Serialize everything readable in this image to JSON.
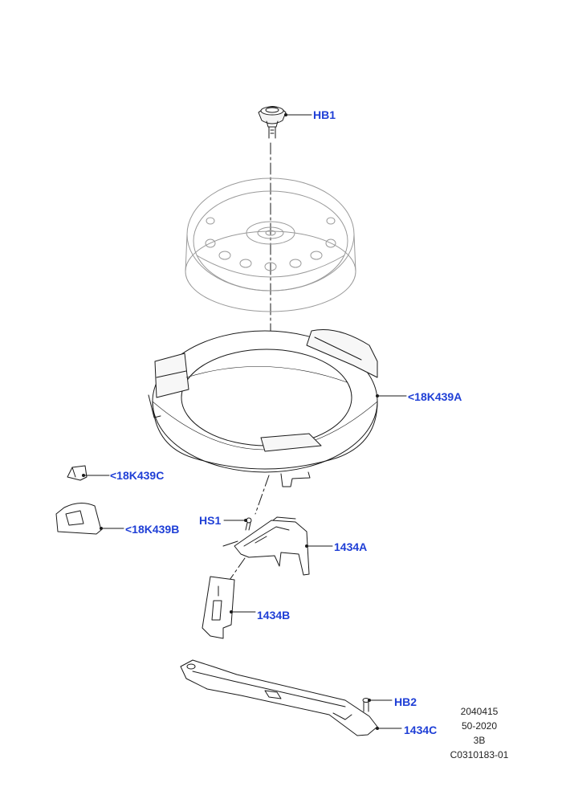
{
  "callouts": {
    "hb1": "HB1",
    "k439a": "<18K439A",
    "k439c": "<18K439C",
    "k439b": "<18K439B",
    "hs1": "HS1",
    "p1434a": "1434A",
    "p1434b": "1434B",
    "hb2": "HB2",
    "p1434c": "1434C"
  },
  "reference": {
    "line1": "2040415",
    "line2": "50-2020",
    "line3": "3B",
    "line4": "C0310183-01"
  },
  "colors": {
    "callout": "#1f3fd6",
    "linework": "#1a1a1a",
    "ghost": "#9a9a9a"
  }
}
